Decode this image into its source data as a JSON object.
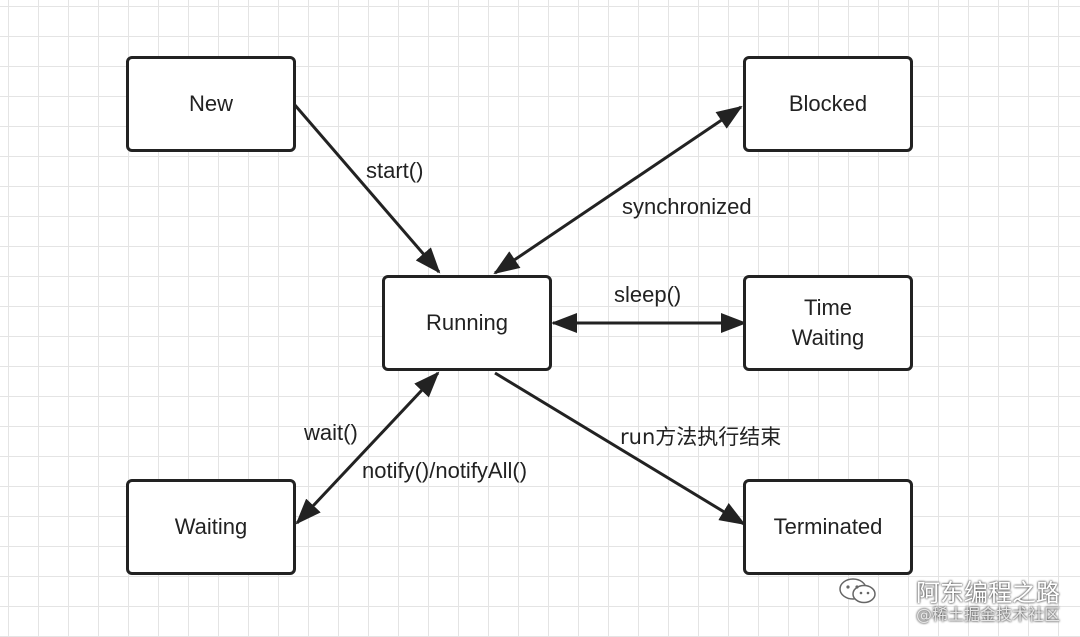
{
  "states": {
    "new": "New",
    "blocked": "Blocked",
    "running": "Running",
    "time_waiting_line1": "Time",
    "time_waiting_line2": "Waiting",
    "waiting": "Waiting",
    "terminated": "Terminated"
  },
  "transitions": {
    "start": "start()",
    "synchronized": "synchronized",
    "sleep": "sleep()",
    "wait": "wait()",
    "notify": "notify()/notifyAll()",
    "run_end": "run方法执行结束"
  },
  "watermark": {
    "line1": "阿东编程之路",
    "line2": "@稀土掘金技术社区",
    "icon": "wechat-icon"
  },
  "colors": {
    "line": "#222222",
    "grid": "#e4e4e4"
  }
}
